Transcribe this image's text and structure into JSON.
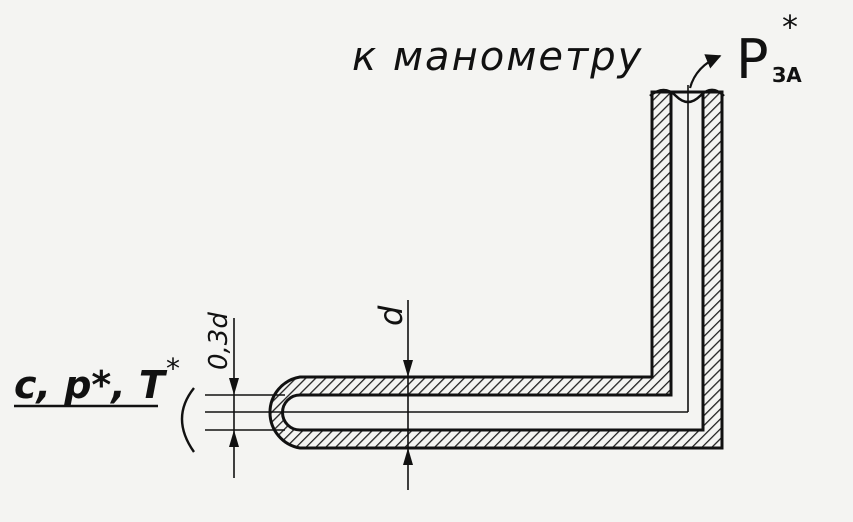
{
  "labels": {
    "manometer": "к манометру",
    "p_main": "P",
    "p_sup": "*",
    "p_sub": "ЗА",
    "flow_main": "c, p*, T",
    "flow_sup": "*",
    "dim_wall": "0,3d",
    "dim_d": "d"
  },
  "colors": {
    "ink": "#111111",
    "paper": "#f4f4f2",
    "hatch": "#222222"
  }
}
